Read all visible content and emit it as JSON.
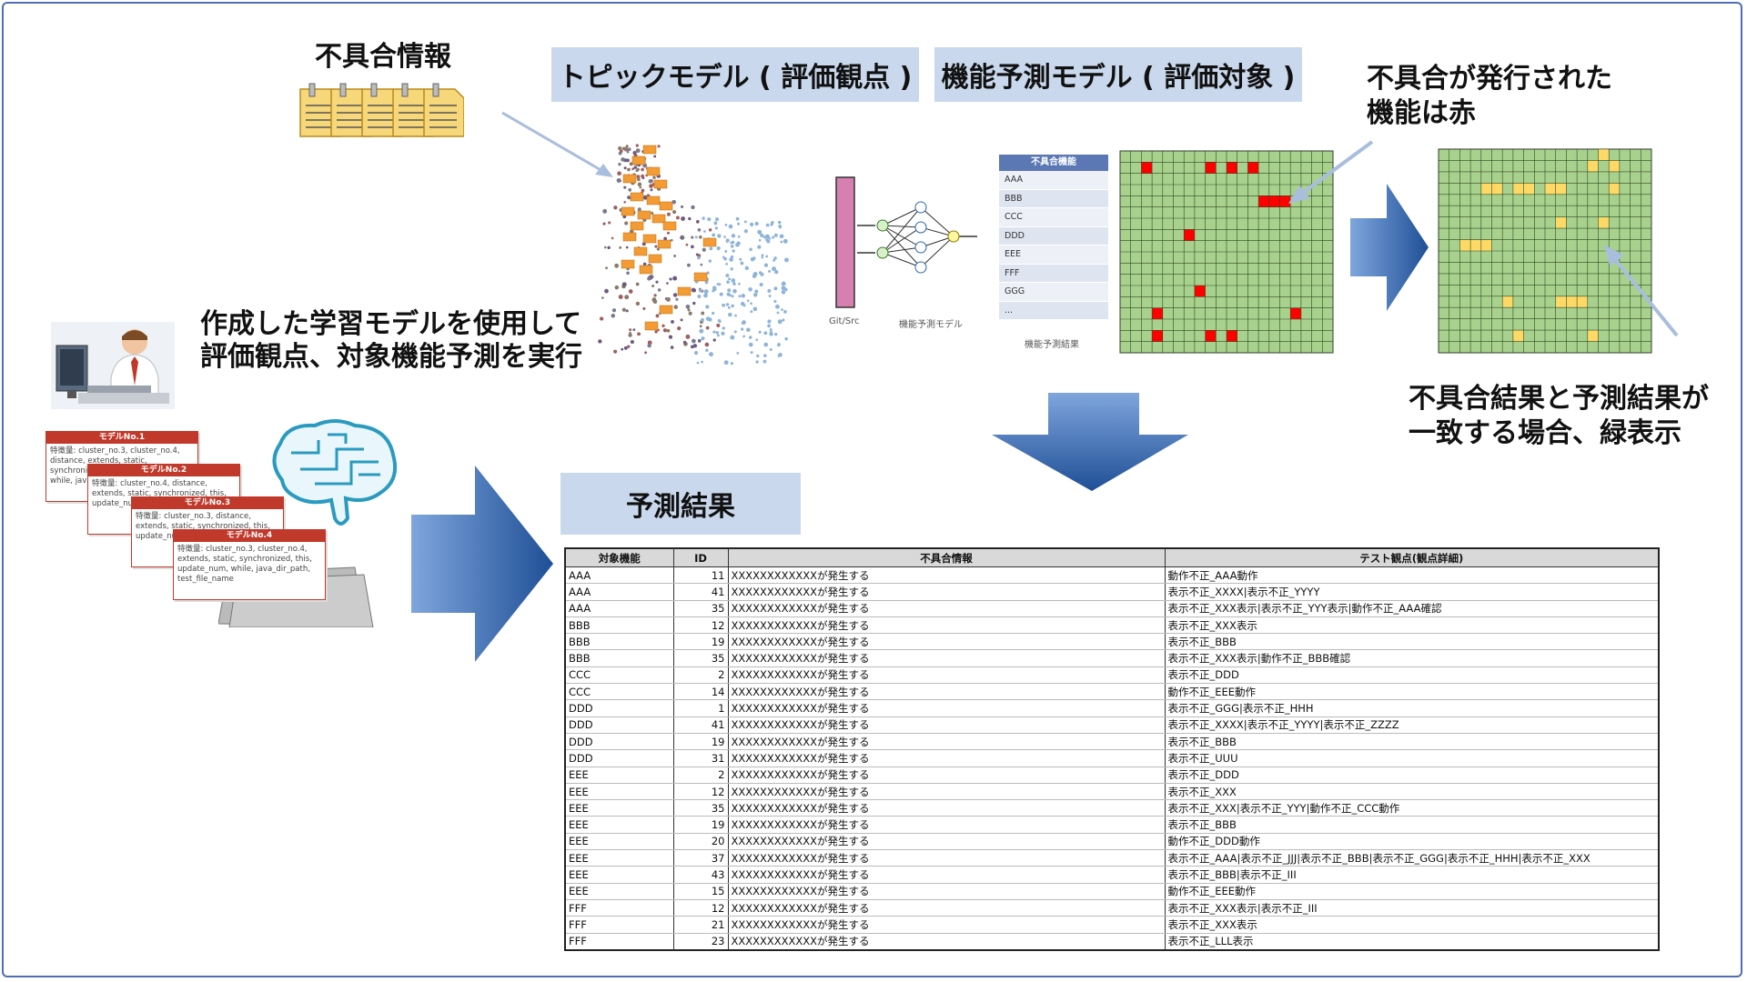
{
  "labels": {
    "defect_info": "不具合情報",
    "topic_model": "トピックモデル ( 評価観点 )",
    "function_model": "機能予測モデル ( 評価対象 )",
    "red_note_line1": "不具合が発行された",
    "red_note_line2": "機能は赤",
    "use_model_line1": "作成した学習モデルを使用して",
    "use_model_line2": "評価観点、対象機能予測を実行",
    "green_note_line1": "不具合結果と予測結果が",
    "green_note_line2": "一致する場合、緑表示",
    "prediction_result": "予測結果",
    "git_src": "Git/Src",
    "nn_label": "機能予測モデル",
    "fn_result_label": "機能予測結果"
  },
  "function_list": {
    "header": "不具合機能",
    "items": [
      "AAA",
      "BBB",
      "CCC",
      "DDD",
      "EEE",
      "FFF",
      "GGG",
      "..."
    ]
  },
  "model_cards": [
    {
      "title": "モデルNo.1",
      "body": "特徴量: cluster_no.3, cluster_no.4, distance, extends, static, synchronized, this, update_num, while, java_dir_path, test_file_name"
    },
    {
      "title": "モデルNo.2",
      "body": "特徴量: cluster_no.4, distance, extends, static, synchronized, this, update_num, while, java_dir_path"
    },
    {
      "title": "モデルNo.3",
      "body": "特徴量: cluster_no.3, distance, extends, static, synchronized, this, update_num, while, java_dir_path"
    },
    {
      "title": "モデルNo.4",
      "body": "特徴量: cluster_no.3, cluster_no.4, extends, static, synchronized, this, update_num, while, java_dir_path, test_file_name"
    }
  ],
  "colors": {
    "frame": "#4e6fb3",
    "header_box": "#c9d8ec",
    "arrow": "#1f4f96",
    "grid_green": "#a9d18e",
    "cell_red": "#ff0000",
    "cell_yellow": "#ffd966",
    "card_red": "#c0392b"
  },
  "table": {
    "headers": [
      "対象機能",
      "ID",
      "不具合情報",
      "テスト観点(観点詳細)"
    ],
    "rows": [
      [
        "AAA",
        "11",
        "XXXXXXXXXXXXが発生する",
        "動作不正_AAA動作"
      ],
      [
        "AAA",
        "41",
        "XXXXXXXXXXXXが発生する",
        "表示不正_XXXX|表示不正_YYYY"
      ],
      [
        "AAA",
        "35",
        "XXXXXXXXXXXXが発生する",
        "表示不正_XXX表示|表示不正_YYY表示|動作不正_AAA確認"
      ],
      [
        "BBB",
        "12",
        "XXXXXXXXXXXXが発生する",
        "表示不正_XXX表示"
      ],
      [
        "BBB",
        "19",
        "XXXXXXXXXXXXが発生する",
        "表示不正_BBB"
      ],
      [
        "BBB",
        "35",
        "XXXXXXXXXXXXが発生する",
        "表示不正_XXX表示|動作不正_BBB確認"
      ],
      [
        "CCC",
        "2",
        "XXXXXXXXXXXXが発生する",
        "表示不正_DDD"
      ],
      [
        "CCC",
        "14",
        "XXXXXXXXXXXXが発生する",
        "動作不正_EEE動作"
      ],
      [
        "DDD",
        "1",
        "XXXXXXXXXXXXが発生する",
        "表示不正_GGG|表示不正_HHH"
      ],
      [
        "DDD",
        "41",
        "XXXXXXXXXXXXが発生する",
        "表示不正_XXXX|表示不正_YYYY|表示不正_ZZZZ"
      ],
      [
        "DDD",
        "19",
        "XXXXXXXXXXXXが発生する",
        "表示不正_BBB"
      ],
      [
        "DDD",
        "31",
        "XXXXXXXXXXXXが発生する",
        "表示不正_UUU"
      ],
      [
        "EEE",
        "2",
        "XXXXXXXXXXXXが発生する",
        "表示不正_DDD"
      ],
      [
        "EEE",
        "12",
        "XXXXXXXXXXXXが発生する",
        "表示不正_XXX"
      ],
      [
        "EEE",
        "35",
        "XXXXXXXXXXXXが発生する",
        "表示不正_XXX|表示不正_YYY|動作不正_CCC動作"
      ],
      [
        "EEE",
        "19",
        "XXXXXXXXXXXXが発生する",
        "表示不正_BBB"
      ],
      [
        "EEE",
        "20",
        "XXXXXXXXXXXXが発生する",
        "動作不正_DDD動作"
      ],
      [
        "EEE",
        "37",
        "XXXXXXXXXXXXが発生する",
        "表示不正_AAA|表示不正_JJJ|表示不正_BBB|表示不正_GGG|表示不正_HHH|表示不正_XXX"
      ],
      [
        "EEE",
        "43",
        "XXXXXXXXXXXXが発生する",
        "表示不正_BBB|表示不正_III"
      ],
      [
        "EEE",
        "15",
        "XXXXXXXXXXXXが発生する",
        "動作不正_EEE動作"
      ],
      [
        "FFF",
        "12",
        "XXXXXXXXXXXXが発生する",
        "表示不正_XXX表示|表示不正_III"
      ],
      [
        "FFF",
        "21",
        "XXXXXXXXXXXXが発生する",
        "表示不正_XXX表示"
      ],
      [
        "FFF",
        "23",
        "XXXXXXXXXXXXが発生する",
        "表示不正_LLL表示"
      ]
    ]
  },
  "grids": {
    "size": [
      20,
      18
    ],
    "red_cells": [
      [
        2,
        1
      ],
      [
        8,
        1
      ],
      [
        10,
        1
      ],
      [
        12,
        1
      ],
      [
        13,
        4
      ],
      [
        14,
        4
      ],
      [
        15,
        4
      ],
      [
        6,
        7
      ],
      [
        7,
        12
      ],
      [
        3,
        14
      ],
      [
        16,
        14
      ],
      [
        3,
        16
      ],
      [
        8,
        16
      ],
      [
        10,
        16
      ]
    ],
    "yellow_cells": [
      [
        15,
        0
      ],
      [
        16,
        1
      ],
      [
        14,
        1
      ],
      [
        4,
        3
      ],
      [
        5,
        3
      ],
      [
        7,
        3
      ],
      [
        8,
        3
      ],
      [
        10,
        3
      ],
      [
        11,
        3
      ],
      [
        16,
        3
      ],
      [
        2,
        8
      ],
      [
        3,
        8
      ],
      [
        4,
        8
      ],
      [
        11,
        6
      ],
      [
        15,
        6
      ],
      [
        6,
        13
      ],
      [
        11,
        13
      ],
      [
        12,
        13
      ],
      [
        13,
        13
      ],
      [
        7,
        16
      ],
      [
        14,
        16
      ],
      [
        2,
        8
      ],
      [
        11,
        18
      ]
    ]
  }
}
